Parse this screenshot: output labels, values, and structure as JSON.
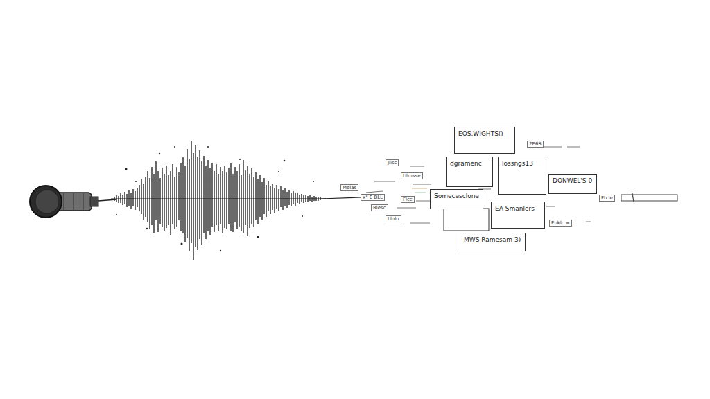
{
  "diagram": {
    "nodes": [
      {
        "text": [
          "EOS.WIGHTS()"
        ]
      },
      {
        "text": [
          "dgramenc"
        ]
      },
      {
        "text": [
          "lossngs13"
        ]
      },
      {
        "text": [
          "DONWEL'S 0"
        ]
      },
      {
        "text": [
          "Somecesclone"
        ]
      },
      {
        "text": [
          "EA Smanlers"
        ]
      },
      {
        "text": [
          "MWS Ramesam 3)"
        ]
      }
    ],
    "labels": [
      "2E6S",
      "Jlisc",
      "Ulmsse",
      "Melas",
      "x° E BLL",
      "Flcc",
      "Rlesc",
      "Llulo",
      "Euklc =",
      "Ftcle"
    ]
  }
}
